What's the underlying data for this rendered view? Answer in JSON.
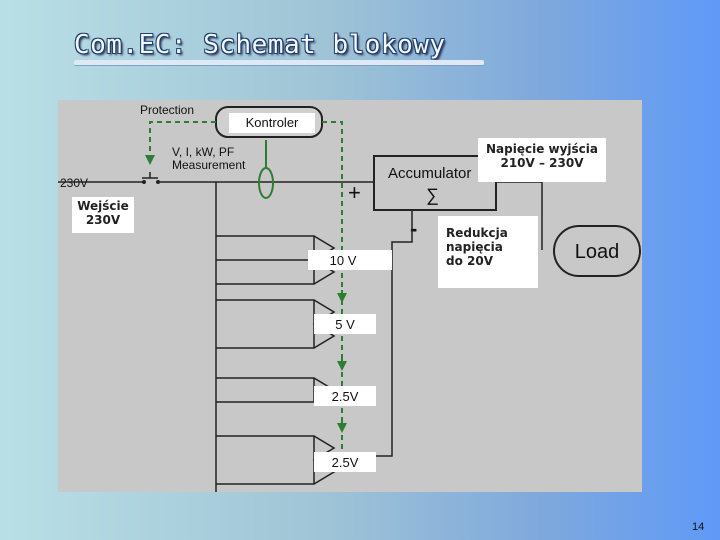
{
  "slide": {
    "title": "Com.EC: Schemat blokowy",
    "page_number": "14"
  },
  "diagram": {
    "protection": "Protection",
    "controller": "Kontroler",
    "measurement_line1": "V, I, kW, PF",
    "measurement_line2": "Measurement",
    "input_voltage": "230V",
    "accumulator": "Accumulator",
    "sigma": "∑",
    "plus": "+",
    "minus": "-",
    "load": "Load",
    "stages": [
      "10 V",
      "5 V",
      "2.5V",
      "2.5V"
    ]
  },
  "callouts": {
    "input_line1": "Wejście",
    "input_line2": "230V",
    "output_line1": "Napięcie wyjścia",
    "output_line2": "210V – 230V",
    "reduction_line1": "Redukcja",
    "reduction_line2": "napięcia",
    "reduction_line3": "do 20V"
  },
  "colors": {
    "panel": "#c8c8c8",
    "wires": "#222222",
    "control_lines": "#2e7d32",
    "title_outline": "#1d3f6e"
  }
}
